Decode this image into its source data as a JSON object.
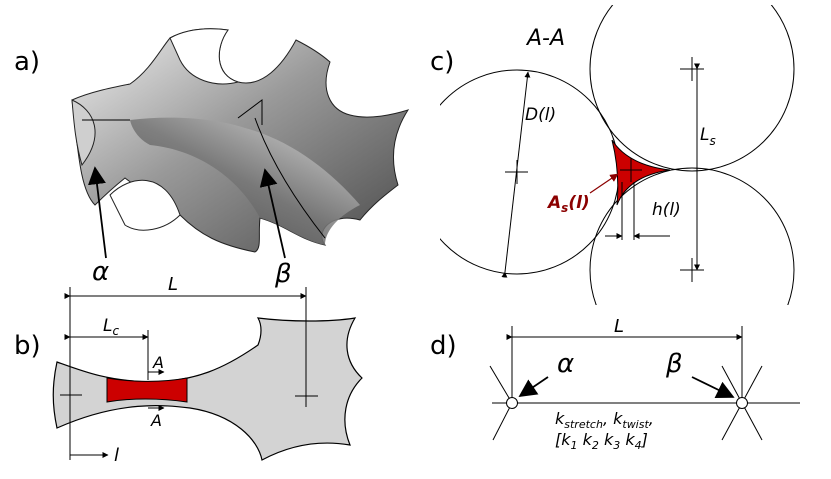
{
  "panels": {
    "a": {
      "label": "a)",
      "alpha": "α",
      "beta": "β"
    },
    "b": {
      "label": "b)",
      "L": "L",
      "Lc_base": "L",
      "Lc_sub": "c",
      "A_top": "A",
      "A_bottom": "A",
      "l": "l"
    },
    "c": {
      "label": "c)",
      "section": "A-A",
      "D": "D(l)",
      "Ls_base": "L",
      "Ls_sub": "s",
      "As_base": "A",
      "As_sub": "s",
      "As_rest": "(l)",
      "h": "h(l)"
    },
    "d": {
      "label": "d)",
      "L": "L",
      "alpha": "α",
      "beta": "β",
      "k_base": "k",
      "k_stretch_sub": "stretch",
      "k_twist_sub": "twist",
      "bracket_open": "[",
      "k1_sub": "1",
      "k2_sub": "2",
      "k3_sub": "3",
      "k4_sub": "4",
      "bracket_close": "]"
    }
  },
  "colors": {
    "red_region": "#cc0000",
    "dark_red_label": "#8b0000",
    "grey_fill": "#d3d3d3",
    "surface_dark": "#555555",
    "surface_light": "#e0e0e0"
  }
}
